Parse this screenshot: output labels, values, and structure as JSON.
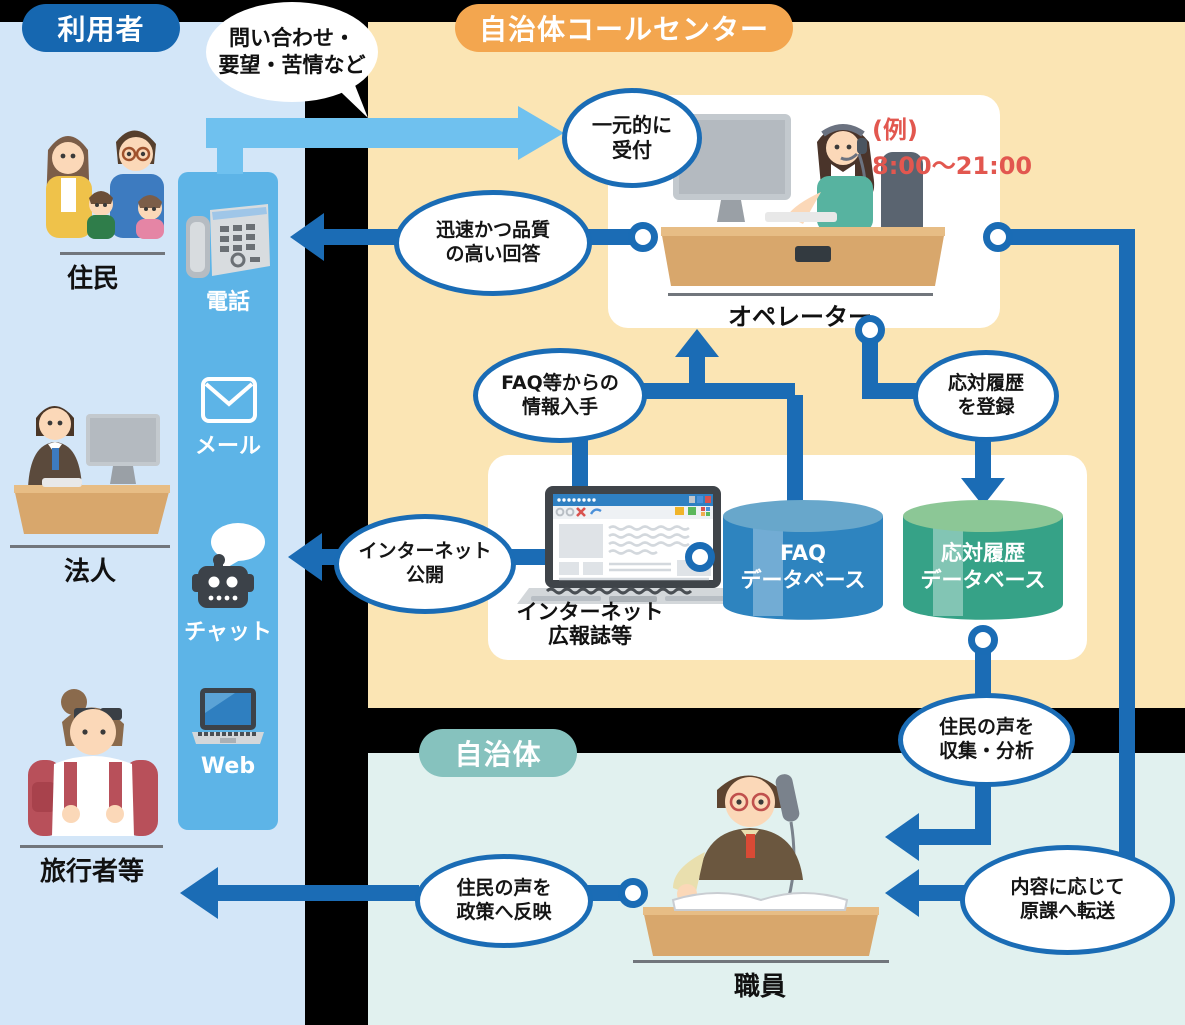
{
  "colors": {
    "background": "#000000",
    "users_panel": "#d3e6f8",
    "center_panel": "#fbe5b4",
    "gov_panel": "#e1f1ef",
    "users_badge": "#1667b0",
    "center_badge": "#f3a64f",
    "gov_badge": "#86c2be",
    "line_blue": "#1b6cb5",
    "light_arrow": "#6fc1ef",
    "channel_column": "#5db4e7",
    "faq_db_body": "#2e84bf",
    "faq_db_top": "#68a7cb",
    "history_db_body": "#36a287",
    "history_db_top": "#8cc796",
    "hours_text": "#e2574f"
  },
  "badges": {
    "users": "利用者",
    "call_center": "自治体コールセンター",
    "government": "自治体"
  },
  "speech_bubble": {
    "text": "問い合わせ・\n要望・苦情など"
  },
  "channels": {
    "phone": "電話",
    "mail": "メール",
    "chat": "チャット",
    "web": "Web"
  },
  "actors": {
    "residents": "住民",
    "corporations": "法人",
    "travelers": "旅行者等",
    "operator": "オペレーター",
    "staff": "職員"
  },
  "hours": {
    "label": "(例)",
    "time": "8:00〜21:00"
  },
  "ellipses": {
    "reception": "一元的に\n受付",
    "quality_answer": "迅速かつ品質\nの高い回答",
    "faq_info": "FAQ等からの\n情報入手",
    "register_history": "応対履歴\nを登録",
    "internet_publish": "インターネット\n公開",
    "collect_analyze": "住民の声を\n収集・分析",
    "forward": "内容に応じて\n原課へ転送",
    "policy": "住民の声を\n政策へ反映"
  },
  "databases": {
    "faq": "FAQ\nデータベース",
    "history": "応対履歴\nデータベース"
  },
  "internet_label": "インターネット\n広報誌等"
}
